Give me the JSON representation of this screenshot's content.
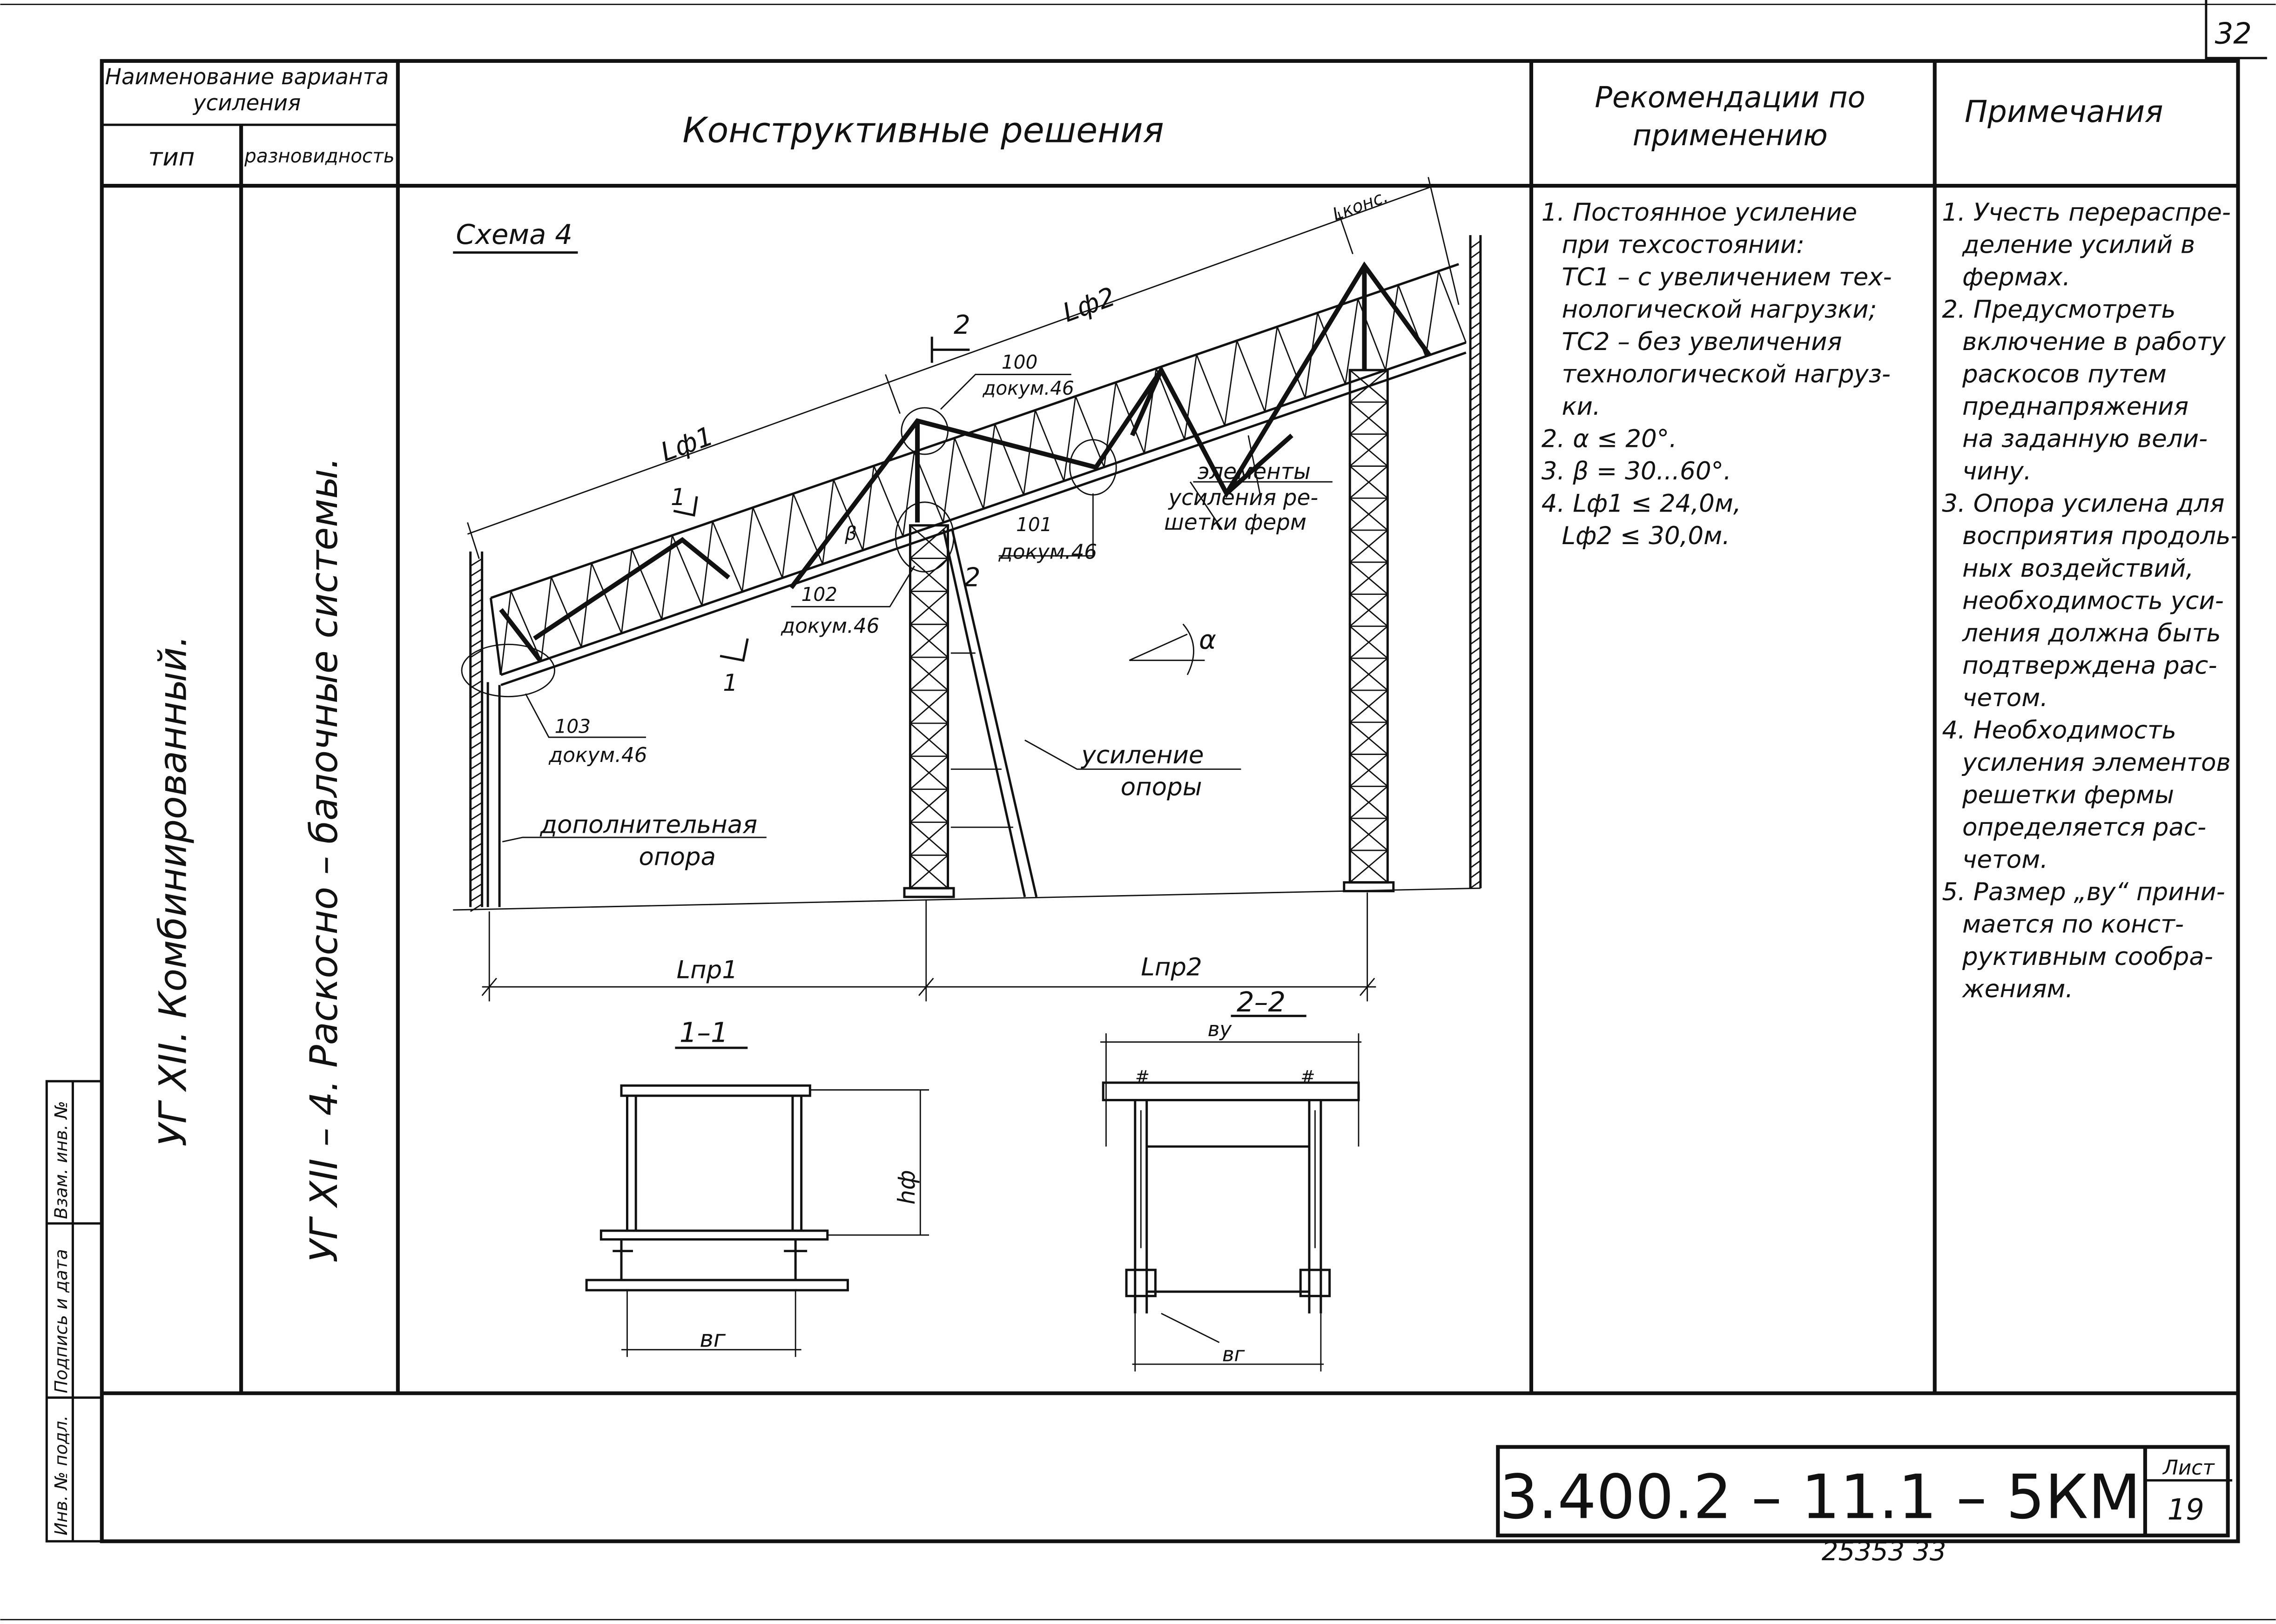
{
  "sheet_corner_number": "32",
  "header": {
    "variant_name": "Наименование варианта усиления",
    "variant_name_line1": "Наименование варианта",
    "variant_name_line2": "усиления",
    "type": "тип",
    "subtype": "разновидность",
    "solutions": "Конструктивные решения",
    "recommendations_line1": "Рекомендации по",
    "recommendations_line2": "применению",
    "notes": "Примечания"
  },
  "row": {
    "type_value": "УГ XII.  Комбинированный.",
    "subtype_value": "УГ XII – 4.  Раскосно – балочные системы."
  },
  "drawing": {
    "scheme_title": "Схема 4",
    "l_f1": "Lф1",
    "l_f2": "Lф2",
    "l_kons": "Lконс.",
    "section_mark_1": "1",
    "section_mark_2": "2",
    "callout_100_num": "100",
    "callout_100_doc": "докум.46",
    "callout_101_num": "101",
    "callout_101_doc": "докум.46",
    "callout_102_num": "102",
    "callout_102_doc": "докум.46",
    "callout_103_num": "103",
    "callout_103_doc": "докум.46",
    "beta": "β",
    "alpha": "α",
    "truss_elements_line1": "элементы",
    "truss_elements_line2": "усиления ре-",
    "truss_elements_line3": "шетки ферм",
    "support_reinf_line1": "усиление",
    "support_reinf_line2": "опоры",
    "extra_support_line1": "дополнительная",
    "extra_support_line2": "опора",
    "l_pr1": "Lпр1",
    "l_pr2": "Lпр2",
    "section_1_title": "1–1",
    "section_2_title": "2–2",
    "h_f": "hф",
    "b_g": "вг",
    "b_y": "ву"
  },
  "recommendations": [
    "1. Постоянное усиление",
    "при техсостоянии:",
    "ТС1 – с увеличением тех-",
    "нологической нагрузки;",
    "ТС2 – без увеличения",
    "технологической нагруз-",
    "ки.",
    "2. α ≤ 20°.",
    "3. β = 30...60°.",
    "4. Lф1 ≤ 24,0м,",
    "Lф2 ≤ 30,0м."
  ],
  "notes": [
    "1. Учесть перераспре-",
    "деление усилий в",
    "фермах.",
    "2. Предусмотреть",
    "включение в работу",
    "раскосов путем",
    "преднапряжения",
    "на заданную вели-",
    "чину.",
    "3. Опора усилена для",
    "восприятия продоль-",
    "ных воздействий,",
    "необходимость уси-",
    "ления должна быть",
    "подтверждена рас-",
    "четом.",
    "4. Необходимость",
    "усиления элементов",
    "решетки фермы",
    "определяется рас-",
    "четом.",
    "5. Размер „ву“ прини-",
    "мается по конст-",
    "руктивным сообра-",
    "жениям."
  ],
  "side_stamp": {
    "inv_orig": "Инв. № подл.",
    "sign_date": "Подпись и дата",
    "replace_inv": "Взам. инв. №"
  },
  "title_block": {
    "code": "3.400.2 – 11.1 – 5КМ",
    "sheet_label": "Лист",
    "sheet_number": "19"
  },
  "footer_number": "25353   33"
}
